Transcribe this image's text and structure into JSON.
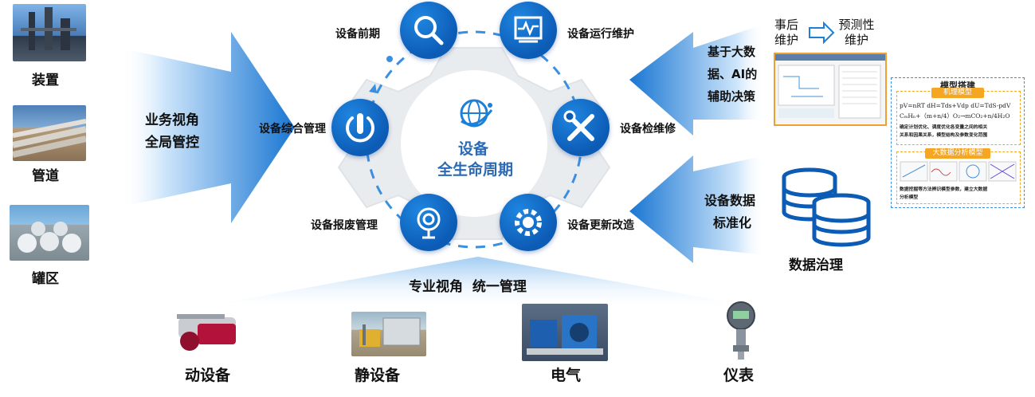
{
  "left_items": [
    {
      "name": "装置",
      "icon": "refinery-plant-image"
    },
    {
      "name": "管道",
      "icon": "pipeline-image"
    },
    {
      "name": "罐区",
      "icon": "tank-farm-image"
    }
  ],
  "left_arrow_text": [
    "业务视角",
    "全局管控"
  ],
  "center": {
    "line1": "设备",
    "line2": "全生命周期"
  },
  "stages": {
    "early": "设备前期",
    "operation": "设备运行维护",
    "management": "设备综合管理",
    "repair": "设备检维修",
    "scrap": "设备报废管理",
    "renewal": "设备更新改造"
  },
  "right_top_arrow_text": [
    "基于大数",
    "据、AI的",
    "辅助决策"
  ],
  "maintenance": {
    "from": "事后维护",
    "to": "预测性维护"
  },
  "model": {
    "title": "模型搭建",
    "mechanism_title": "机理模型",
    "formula1": "pV=nRT dH=Tds+Vdp dU=TdS-pdV",
    "formula2": "CₘHₙ+（m+n/4）O₂→mCO₂+n/4H₂O",
    "mechanism_desc": [
      "确定计划优化、调度优化各变量之间的相关",
      "关系和因果关系，模型结构及参数变化范围"
    ],
    "bigdata_title": "大数据分析模型",
    "bigdata_desc": [
      "数据挖掘等方法辨识模型参数，建立大数据",
      "分析模型"
    ]
  },
  "right_bottom_arrow_text": [
    "设备数据",
    "标准化"
  ],
  "data_governance": "数据治理",
  "bottom_title": "专业视角  统一管理",
  "bottom_items": [
    "动设备",
    "静设备",
    "电气",
    "仪表"
  ],
  "colors": {
    "primary": "#0c5bb5",
    "arrow": "#1e7fd6",
    "gear": "#e9ecef",
    "orange": "#f5a623",
    "dash": "#3b8fe0"
  }
}
